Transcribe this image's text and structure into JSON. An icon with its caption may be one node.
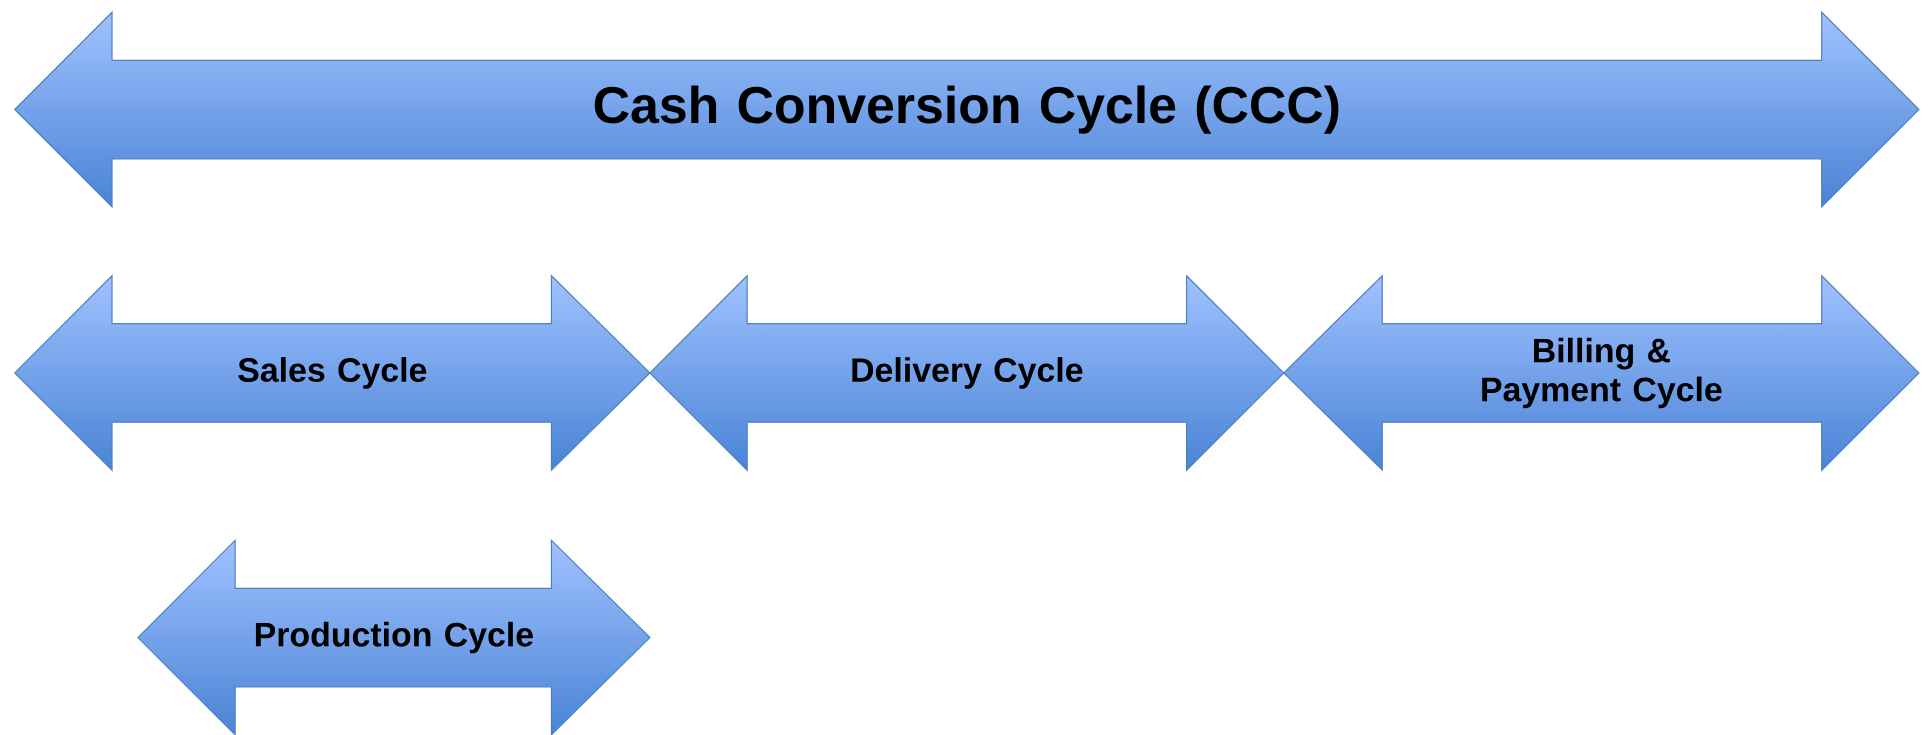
{
  "diagram": {
    "nodes": [
      {
        "text": [
          "Cash Conversion Cycle (CCC)"
        ]
      },
      {
        "text": [
          "Sales Cycle"
        ]
      },
      {
        "text": [
          "Delivery Cycle"
        ]
      },
      {
        "text": [
          "Billing & Payment Cycle"
        ]
      },
      {
        "text": [
          "Production Cycle"
        ]
      }
    ]
  }
}
